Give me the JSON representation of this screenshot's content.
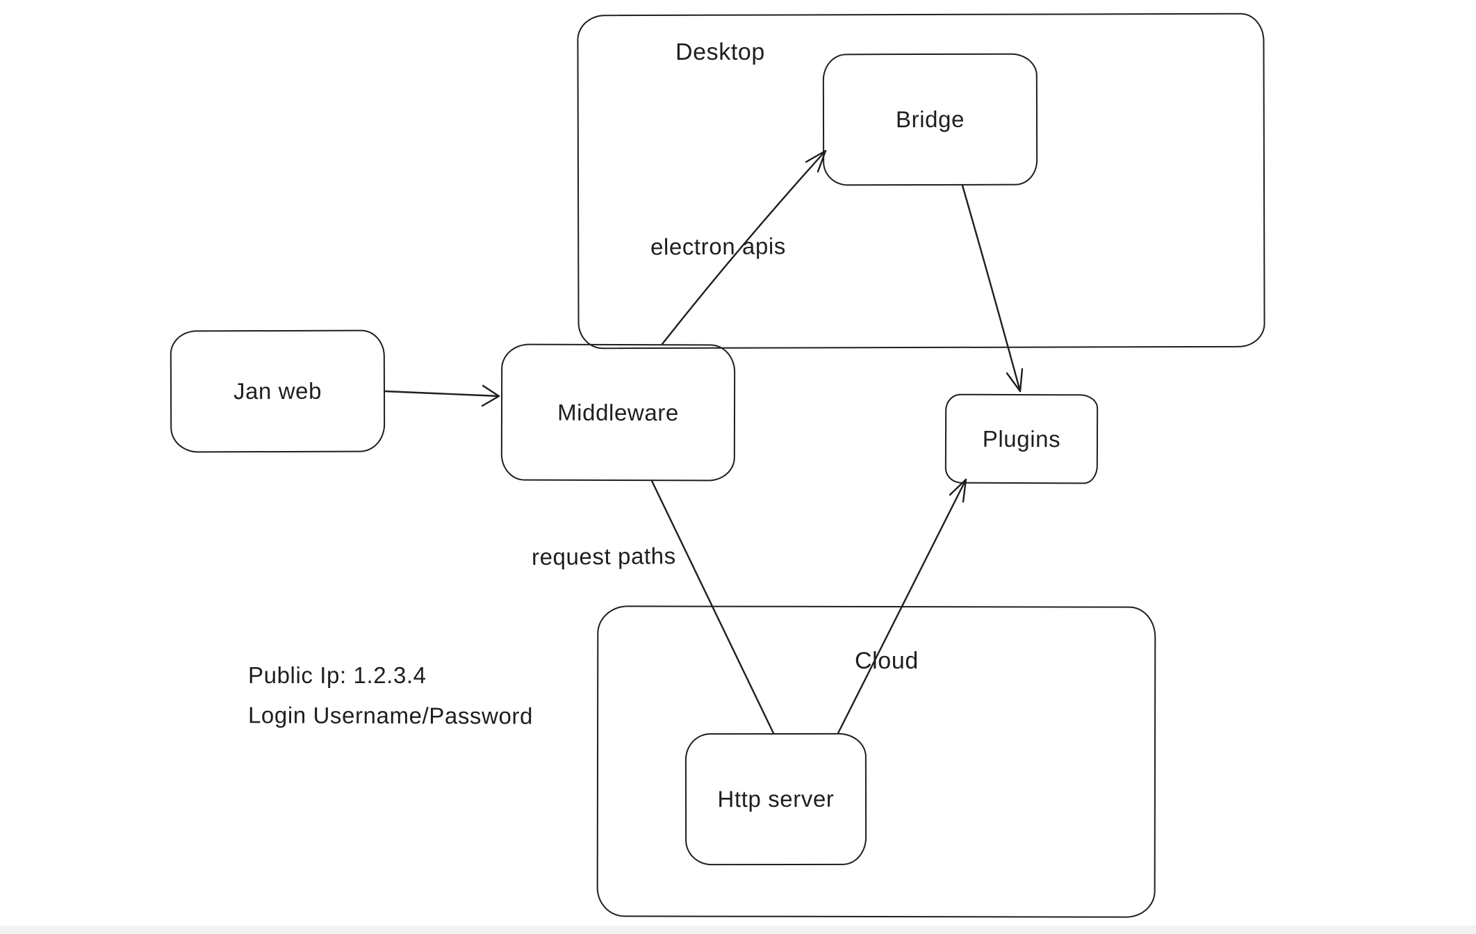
{
  "diagram": {
    "background": "#ffffff",
    "stroke_color": "#1e1e1e",
    "groups": [
      {
        "id": "desktop",
        "label": "Desktop"
      },
      {
        "id": "cloud",
        "label": "Cloud"
      }
    ],
    "nodes": [
      {
        "id": "jan-web",
        "label": "Jan web"
      },
      {
        "id": "middleware",
        "label": "Middleware"
      },
      {
        "id": "bridge",
        "label": "Bridge"
      },
      {
        "id": "plugins",
        "label": "Plugins"
      },
      {
        "id": "http-server",
        "label": "Http server"
      }
    ],
    "edges": [
      {
        "from": "jan-web",
        "to": "middleware",
        "label": ""
      },
      {
        "from": "middleware",
        "to": "bridge",
        "label": "electron apis"
      },
      {
        "from": "bridge",
        "to": "plugins",
        "label": ""
      },
      {
        "from": "middleware",
        "to": "http-server",
        "label": "request paths"
      },
      {
        "from": "http-server",
        "to": "plugins",
        "label": ""
      }
    ],
    "annotations": [
      {
        "id": "public-ip",
        "text": "Public Ip: 1.2.3.4"
      },
      {
        "id": "login-credentials",
        "text": "Login Username/Password"
      }
    ]
  }
}
